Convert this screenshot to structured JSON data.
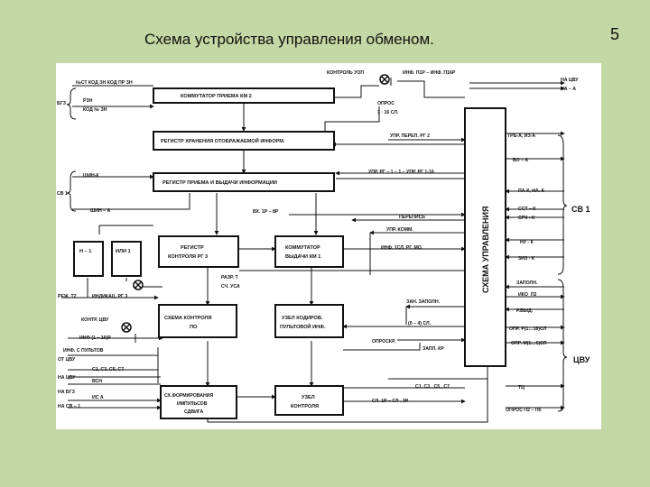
{
  "slide": {
    "title": "Схема устройства управления обменом.",
    "page_number": "5"
  },
  "blocks": {
    "kommutator_priema": "КОММУТАТОР ПРИЕМА      КМ 2",
    "registr_hraneniya": "РЕГИСТР ХРАНЕНИЯ ОТОБРАЖАЕМОЙ ИНФОРМ.",
    "registr_priema": "РЕГИСТР ПРИЕМА И ВЫДАЧИ ИНФОРМАЦИИ",
    "n1": "Н – 1",
    "ili1": "ИЛИ 1",
    "registr_kontrolya_1": "РЕГИСТР",
    "registr_kontrolya_2": "КОНТРОЛЯ РГ 3",
    "kommutator_vydachi_1": "КОММУТАТОР",
    "kommutator_vydachi_2": "ВЫДАЧИ КМ 1",
    "shema_kontrolya_1": "СХЕМА КОНТРОЛЯ",
    "shema_kontrolya_2": "ПО",
    "uzel_kodir_1": "УЗЕЛ КОДИРОВ.",
    "uzel_kodir_2": "ПУЛЬТОВОЙ ИНФ.",
    "sh_formirovaniya_1": "СХ.ФОРМИРОВАНИЯ",
    "sh_formirovaniya_2": "ИМПУЛЬСОВ",
    "sh_formirovaniya_3": "СДВИГА",
    "uzel_kontrolya_1": "УЗЕЛ",
    "uzel_kontrolya_2": "КОНТРОЛЯ",
    "shema_upravleniya": "СХЕМА УПРАВЛЕНИЯ"
  },
  "labels": {
    "nst_kod": "№СТ КОД ЗН  КОД  ПР ЗН",
    "bgz_top": "БГЗ",
    "rzn": "РЗН",
    "kod_n_zn": "КОД № ЗН",
    "kontrol_uop": "КОНТРОЛЬ УОП",
    "inf_p1r": "ИНФ. П1Р – ИНФ. П16Р",
    "na_tsvu": "НА ЦВУ",
    "na_a": "НА – А",
    "opros": "ОПРОС",
    "opros_range": "1  ·  16 СЛ.",
    "upr_perep": "УПР. ПЕРЕП. РГ 2",
    "trb_a": "ТРБ-А, ИЗ-А",
    "vo_a": "ВО – А",
    "upr_rg": "УПР. РГ – 1 – 1 – УПР. РГ 1-16",
    "shin_k": "ШИН-К",
    "sv1_left": "СВ 1",
    "pa_k": "ПА-К, НА. К",
    "shin_a": "ШИН – А",
    "vh_1r": "ВХ. 1Р – 8Р",
    "sst_k": "ССТ – К",
    "srk_k": "СРК - К",
    "perepis": "ПЕРЕПИСЬ",
    "sv1_right": "СВ 1",
    "upr_komm": "УПР. КОММ.",
    "nu_k": "НУ - К",
    "inf_1sl": "ИНФ. 1СЛ. РГ. МО.",
    "zi3_k": "ЗИЗ - К",
    "razr_t": "РАЗР. Т",
    "sch_usa": "СЧ. УСА",
    "zapoln": "ЗАПОЛН.",
    "rezh_t2": "РЕЖ. Т2",
    "indikats": "ИНДИКАЦ. РГ 3",
    "zan_zapoln": "ЗАН. ЗАПОЛН.",
    "iko_p2": "ИКО_П2",
    "kontr_tsvu": "КОНТР. ЦВУ",
    "r_vyd": "Р.ВЫД.",
    "inf_1_16r": "ИНФ (1 – 16)Р",
    "sl_0_4": "(0 – 4) СЛ.",
    "opr_r": "ОПР. Р(1…16)СЛ",
    "inf_s_pultov": "ИНФ. С ПУЛЬТОВ",
    "oprosk": "ОПРОСКР.",
    "zapl_kr": "ЗАПЛ. КР",
    "opr_m": "ОПР. М(1…6)СП",
    "ot_tsvu": "ОТ ЦВУ",
    "tsvu_right": "ЦВУ",
    "s1_s7_top": "С1, С3, С5, С7",
    "vsh": "ВСН",
    "na_tsvu_left": "НА ЦВУ",
    "na_bgz": "НА БГЗ",
    "na_sv1": "НА СВ – 1",
    "is_a": "ИС  А",
    "sl_1r_3r": "СЛ. 1Р – СЛ . 3Р",
    "s1_s7_bottom": "С1, С3 , С5 , С7",
    "tts": "ТЦ",
    "opros_p2": "ОПРОС П2 – П6"
  },
  "colors": {
    "slide_bg": "#c4d8a6",
    "panel_bg": "#ffffff",
    "line": "#111111"
  }
}
